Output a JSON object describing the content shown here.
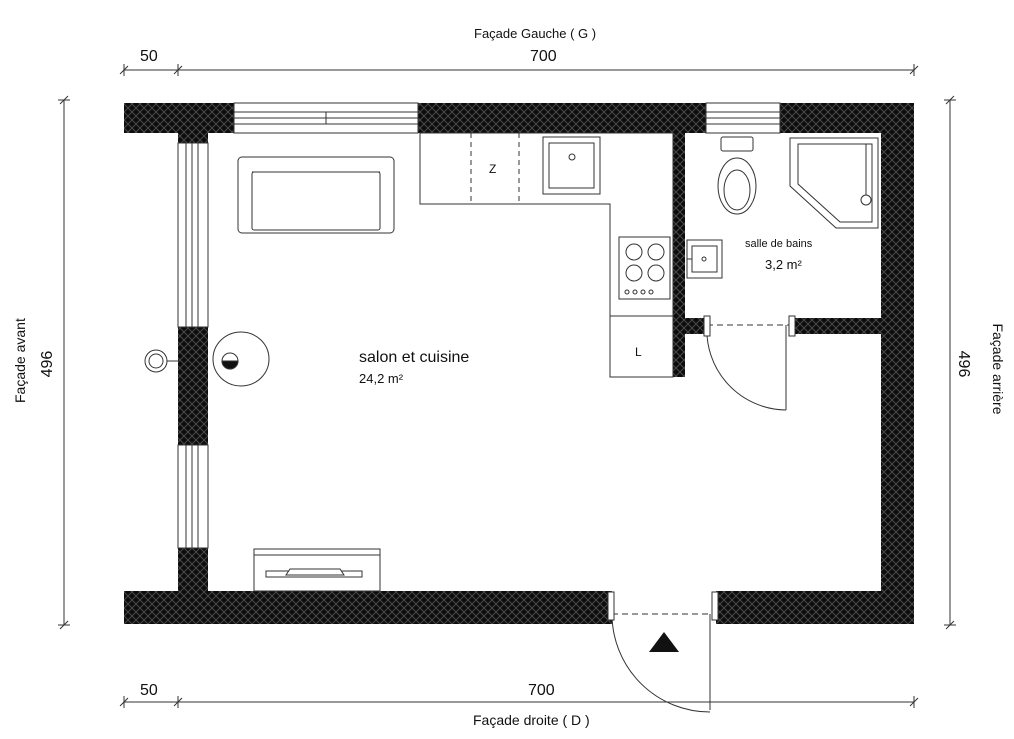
{
  "facades": {
    "gauche": "Façade Gauche ( G )",
    "droite": "Façade droite ( D )",
    "avant": "Façade avant",
    "arriere": "Façade arrière"
  },
  "dimensions": {
    "top_small": "50",
    "top_main": "700",
    "bottom_small": "50",
    "bottom_main": "700",
    "left_height": "496",
    "right_height": "496"
  },
  "rooms": {
    "living": {
      "name": "salon et cuisine",
      "area": "24,2 m²"
    },
    "bathroom": {
      "name": "salle de bains",
      "area": "3,2 m²"
    }
  },
  "fixture_labels": {
    "fridge_mark": "Z",
    "cabinet_mark": "L"
  },
  "colors": {
    "wall": "#111111",
    "line": "#222222",
    "hatch": "#3a3a3a"
  }
}
